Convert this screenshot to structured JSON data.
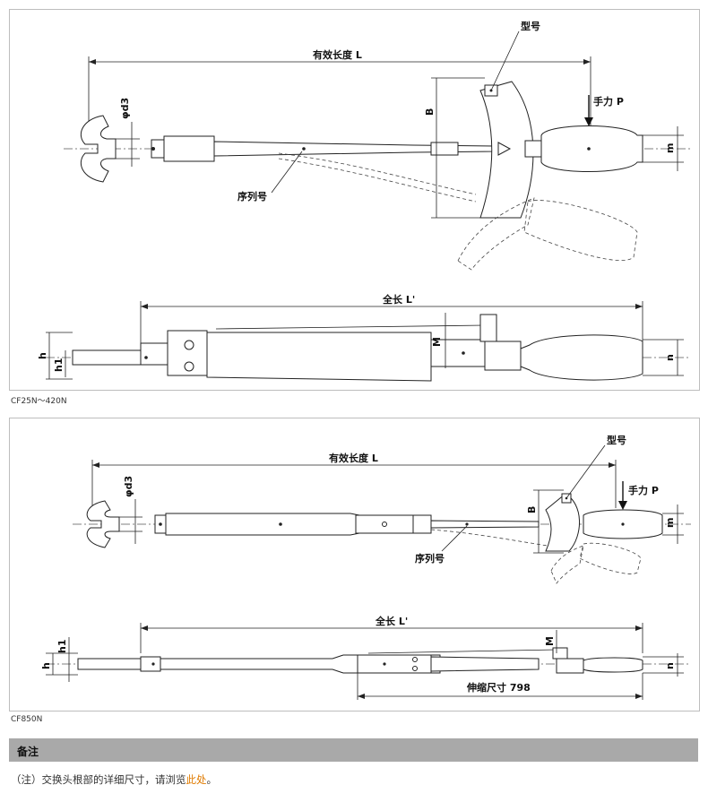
{
  "figure1": {
    "labels": {
      "effective_length": "有效长度 L",
      "model": "型号",
      "hand_force": "手力 P",
      "serial": "序列号",
      "total_length": "全长 L'",
      "phi_d3": "φd3",
      "B": "B",
      "m": "m",
      "M": "M",
      "h": "h",
      "h1": "h1",
      "n": "n"
    },
    "caption": "CF25N～420N"
  },
  "figure2": {
    "labels": {
      "effective_length": "有效长度 L",
      "model": "型号",
      "hand_force": "手力 P",
      "serial": "序列号",
      "total_length": "全长 L'",
      "extend_size": "伸缩尺寸 798",
      "phi_d3": "φd3",
      "B": "B",
      "m": "m",
      "M": "M",
      "h": "h",
      "h1": "h1",
      "n": "n"
    },
    "caption": "CF850N"
  },
  "notes": {
    "heading": "备注",
    "text_before": "（注）交换头根部的详细尺寸，请浏览",
    "link": "此处",
    "text_after": "。"
  }
}
